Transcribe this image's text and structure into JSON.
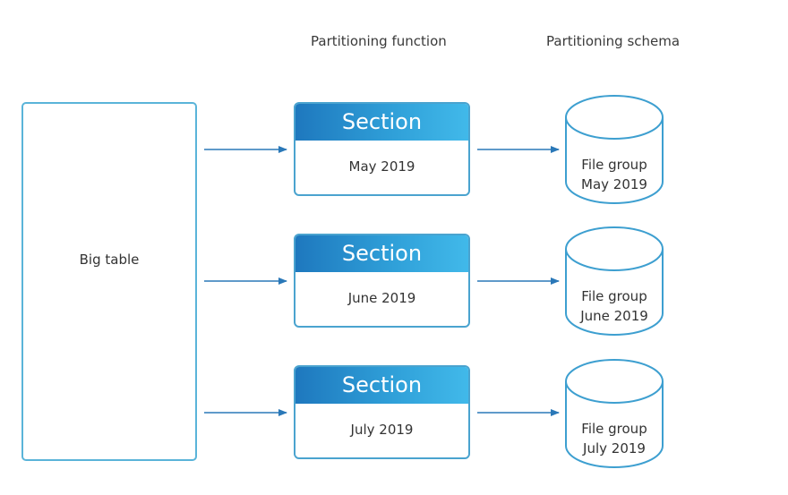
{
  "headers": {
    "function": "Partitioning function",
    "schema": "Partitioning schema"
  },
  "big_table": {
    "label": "Big table"
  },
  "sections": [
    {
      "title": "Section",
      "period": "May 2019"
    },
    {
      "title": "Section",
      "period": "June 2019"
    },
    {
      "title": "Section",
      "period": "July 2019"
    }
  ],
  "file_groups": [
    {
      "line1": "File group",
      "line2": "May 2019"
    },
    {
      "line1": "File group",
      "line2": "June 2019"
    },
    {
      "line1": "File group",
      "line2": "July 2019"
    }
  ],
  "colors": {
    "accent_dark": "#1e78be",
    "accent_light": "#41b9ea",
    "outline": "#4aa3cf"
  }
}
